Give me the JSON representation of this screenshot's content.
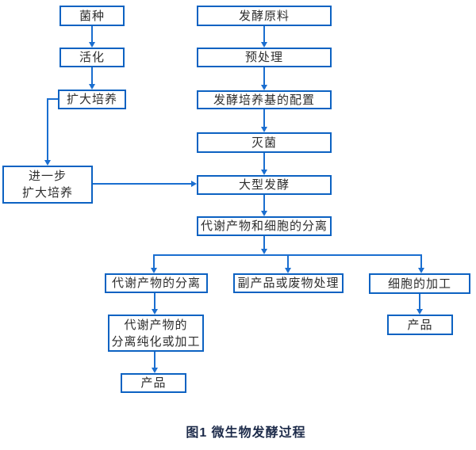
{
  "figure": {
    "type": "flowchart",
    "caption": "图1 微生物发酵过程"
  },
  "colors": {
    "box_border": "#0c62c2",
    "connector": "#1a6ed0",
    "box_text": "#2e2e2e",
    "caption_text": "#1d2b4a",
    "background": "#ffffff"
  },
  "nodes": {
    "seed": {
      "label": "菌种"
    },
    "activation": {
      "label": "活化"
    },
    "expand_culture": {
      "label": "扩大培养"
    },
    "further_expand": {
      "label": "进一步\n扩大培养"
    },
    "raw_material": {
      "label": "发酵原料"
    },
    "pretreatment": {
      "label": "预处理"
    },
    "medium_prep": {
      "label": "发酵培养基的配置"
    },
    "sterilization": {
      "label": "灭菌"
    },
    "large_fermentation": {
      "label": "大型发酵"
    },
    "separation": {
      "label": "代谢产物和细胞的分离"
    },
    "metabolite_separation": {
      "label": "代谢产物的分离"
    },
    "byproduct_treatment": {
      "label": "副产品或废物处理"
    },
    "cell_processing": {
      "label": "细胞的加工"
    },
    "purification": {
      "label": "代谢产物的\n分离纯化或加工"
    },
    "product_left": {
      "label": "产品"
    },
    "product_right": {
      "label": "产品"
    }
  },
  "edges": [
    {
      "from": "seed",
      "to": "activation"
    },
    {
      "from": "activation",
      "to": "expand_culture"
    },
    {
      "from": "expand_culture",
      "to": "further_expand"
    },
    {
      "from": "further_expand",
      "to": "large_fermentation"
    },
    {
      "from": "raw_material",
      "to": "pretreatment"
    },
    {
      "from": "pretreatment",
      "to": "medium_prep"
    },
    {
      "from": "medium_prep",
      "to": "sterilization"
    },
    {
      "from": "sterilization",
      "to": "large_fermentation"
    },
    {
      "from": "large_fermentation",
      "to": "separation"
    },
    {
      "from": "separation",
      "to": "metabolite_separation"
    },
    {
      "from": "separation",
      "to": "byproduct_treatment"
    },
    {
      "from": "separation",
      "to": "cell_processing"
    },
    {
      "from": "metabolite_separation",
      "to": "purification"
    },
    {
      "from": "purification",
      "to": "product_left"
    },
    {
      "from": "cell_processing",
      "to": "product_right"
    }
  ]
}
